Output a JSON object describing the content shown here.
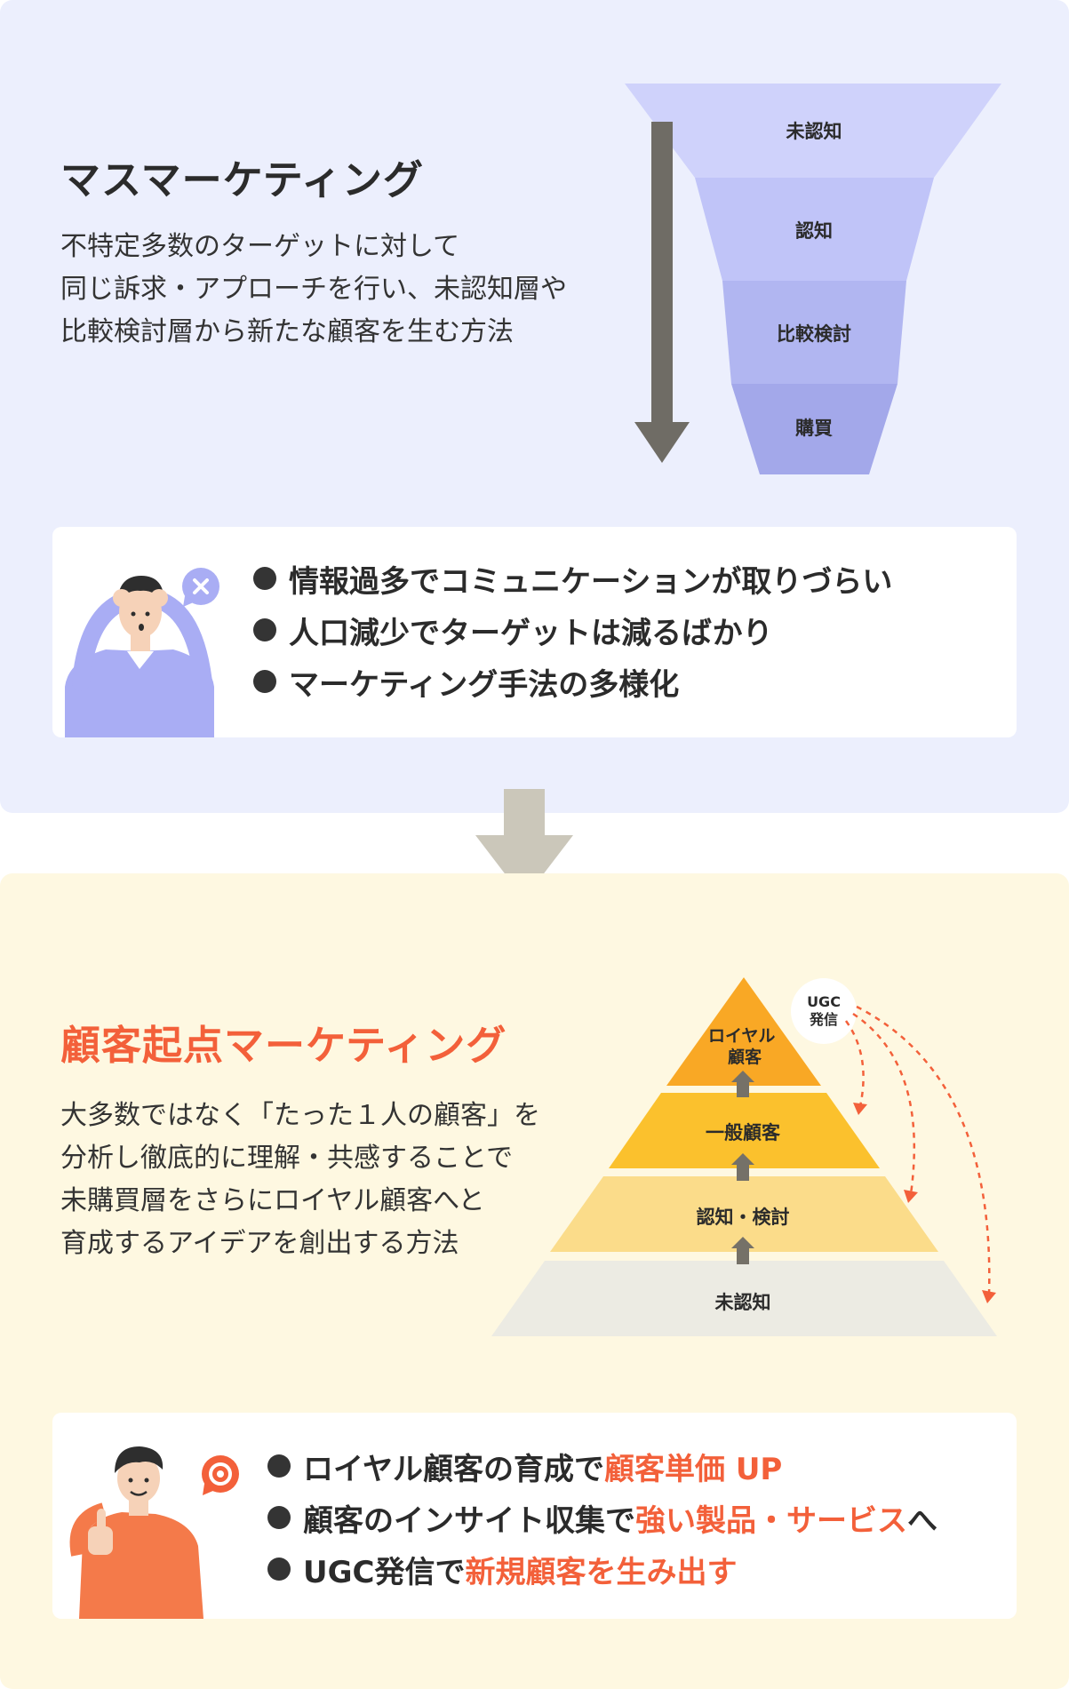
{
  "mass": {
    "title": "マスマーケティング",
    "description": [
      "不特定多数のターゲットに対して",
      "同じ訴求・アプローチを行い、未認知層や",
      "比較検討層から新たな顧客を生む方法"
    ],
    "funnel_stages": [
      "未認知",
      "認知",
      "比較検討",
      "購買"
    ],
    "problems": [
      "情報過多でコミュニケーションが取りづらい",
      "人口減少でターゲットは減るばかり",
      "マーケティング手法の多様化"
    ],
    "problem_icon": "close-icon"
  },
  "customer": {
    "title": "顧客起点マーケティング",
    "description": [
      "大多数ではなく「たった１人の顧客」を",
      "分析し徹底的に理解・共感することで",
      "未購買層をさらにロイヤル顧客へと",
      "育成するアイデアを創出する方法"
    ],
    "pyramid": {
      "levels": [
        {
          "lines": [
            "ロイヤル",
            "顧客"
          ]
        },
        {
          "lines": [
            "一般顧客"
          ]
        },
        {
          "lines": [
            "認知・検討"
          ]
        },
        {
          "lines": [
            "未認知"
          ]
        }
      ],
      "ugc_badge": [
        "UGC",
        "発信"
      ]
    },
    "benefits": [
      {
        "parts": [
          {
            "text": "ロイヤル顧客の育成で",
            "hl": false
          },
          {
            "text": "顧客単価 UP",
            "hl": true
          }
        ]
      },
      {
        "parts": [
          {
            "text": "顧客のインサイト収集で",
            "hl": false
          },
          {
            "text": "強い製品・サービス",
            "hl": true
          },
          {
            "text": "へ",
            "hl": false
          }
        ]
      },
      {
        "parts": [
          {
            "text": "UGC発信で",
            "hl": false
          },
          {
            "text": "新規顧客を生み出す",
            "hl": true
          }
        ]
      }
    ],
    "benefit_icon": "target-icon"
  },
  "colors": {
    "top_bg": "#eceffd",
    "bottom_bg": "#fef8e1",
    "accent": "#f3603a",
    "funnel": [
      "#cfd2fb",
      "#c0c4f8",
      "#b1b6f1",
      "#a3a8ea"
    ],
    "pyramid": [
      "#f9a825",
      "#fbc12d",
      "#fbdc8a",
      "#ecebe3"
    ]
  }
}
